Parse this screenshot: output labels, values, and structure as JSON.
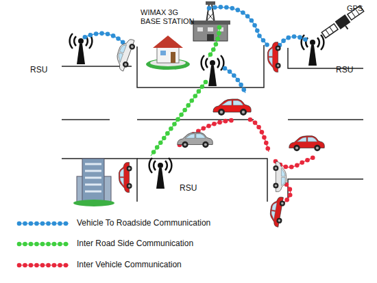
{
  "diagram": {
    "labels": [
      "WIMAX 3G BASE STATION",
      "GPS",
      "RSU",
      "RSU",
      "RSU"
    ],
    "legend": [
      {
        "text": "Vehicle To Roadside Communication"
      },
      {
        "text": "Inter Road Side Communication"
      },
      {
        "text": "Inter Vehicle Communication"
      }
    ]
  }
}
